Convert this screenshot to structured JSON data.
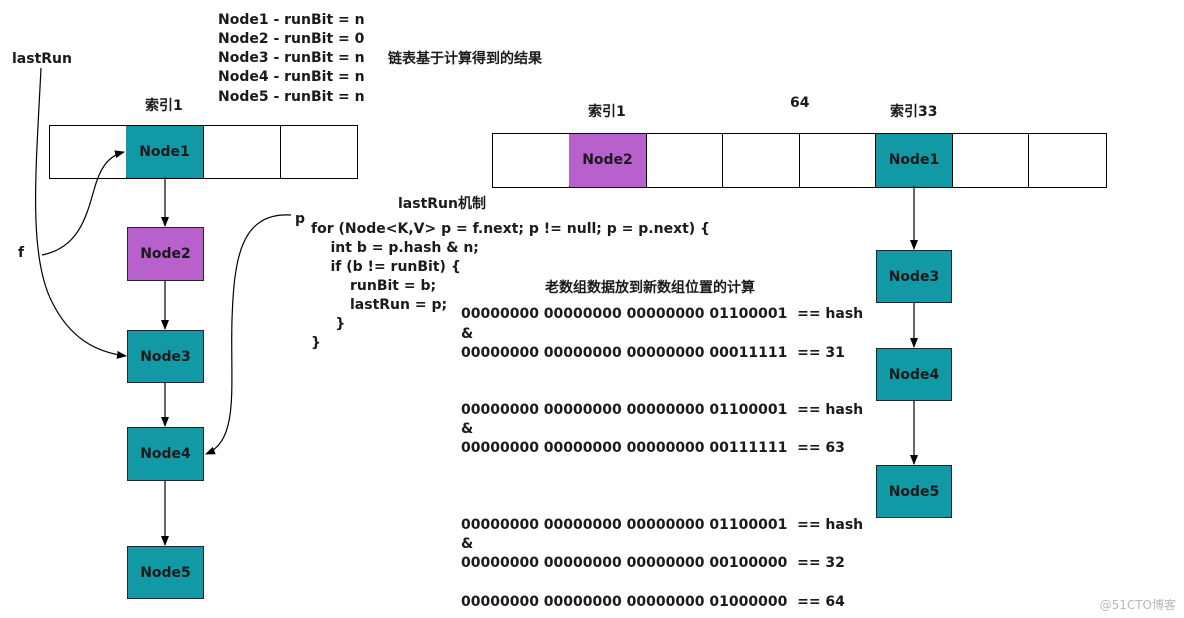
{
  "colors": {
    "node_teal": "#119aa6",
    "node_purple": "#b860cc",
    "line": "#000000"
  },
  "runbit_lines": [
    "Node1 - runBit = n",
    "Node2 - runBit = 0",
    "Node3 - runBit = n",
    "Node4 - runBit = n",
    "Node5 - runBit = n"
  ],
  "runbit_caption": "链表基于计算得到的结果",
  "labels": {
    "lastRun": "lastRun",
    "f": "f",
    "p": "p",
    "left_index": "索引1",
    "right_index1": "索引1",
    "right_size": "64",
    "right_index33": "索引33"
  },
  "left_nodes": [
    "Node1",
    "Node2",
    "Node3",
    "Node4",
    "Node5"
  ],
  "right_nodes": {
    "node2": "Node2",
    "node1": "Node1",
    "chain": [
      "Node3",
      "Node4",
      "Node5"
    ]
  },
  "mechanism_title": "lastRun机制",
  "code_lines": [
    "for (Node<K,V> p = f.next; p != null; p = p.next) {",
    "    int b = p.hash & n;",
    "    if (b != runBit) {",
    "        runBit = b;",
    "        lastRun = p;",
    "     }",
    "}"
  ],
  "calc_title": "老数组数据放到新数组位置的计算",
  "calc_groups": [
    [
      "00000000 00000000 00000000 01100001  == hash",
      "&",
      "00000000 00000000 00000000 00011111  == 31"
    ],
    [
      "00000000 00000000 00000000 01100001  == hash",
      "&",
      "00000000 00000000 00000000 00111111  == 63"
    ],
    [
      "00000000 00000000 00000000 01100001  == hash",
      "&",
      "00000000 00000000 00000000 00100000  == 32"
    ],
    [
      "00000000 00000000 00000000 01000000  == 64"
    ]
  ],
  "watermark": "@51CTO博客"
}
